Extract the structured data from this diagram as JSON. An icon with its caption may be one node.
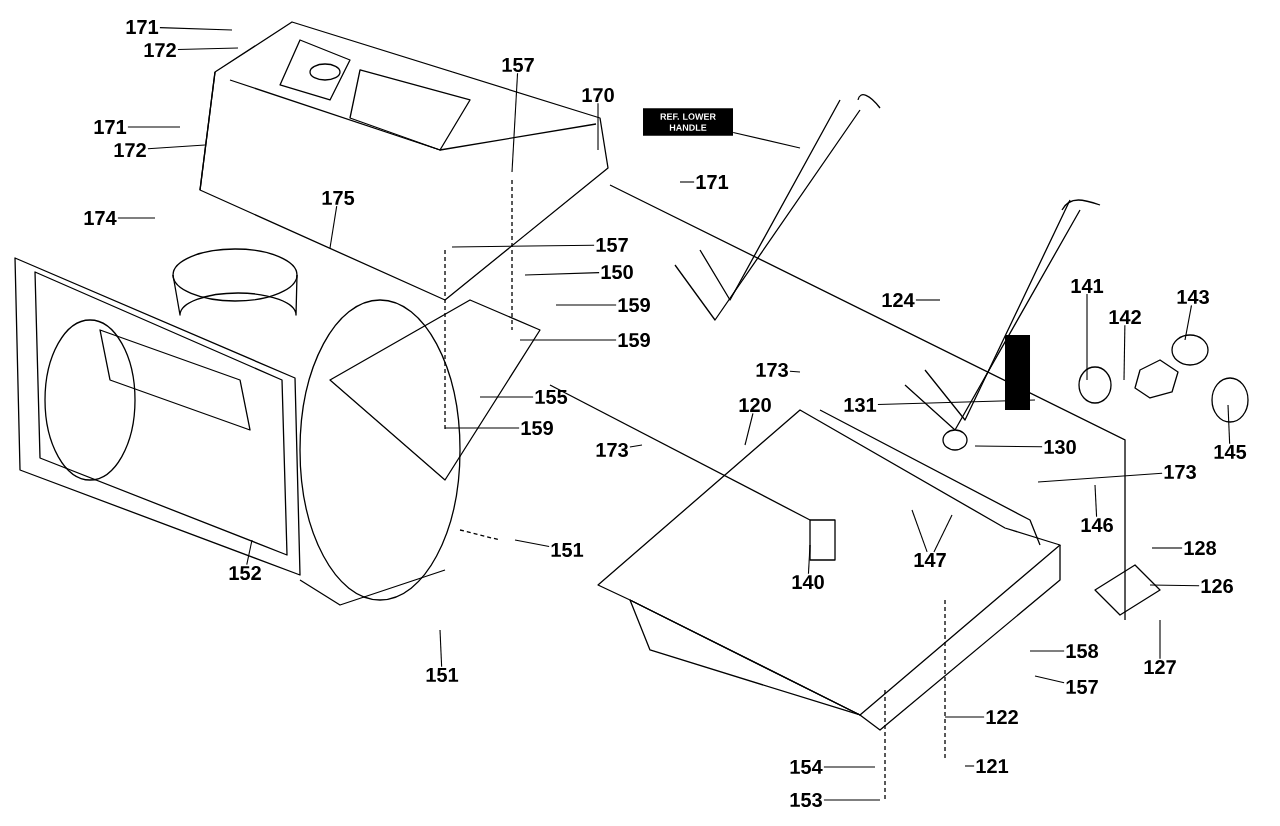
{
  "diagram": {
    "nodes": [
      {
        "text": [
          "171"
        ]
      },
      {
        "text": [
          "172"
        ]
      },
      {
        "text": [
          "171"
        ]
      },
      {
        "text": [
          "172"
        ]
      },
      {
        "text": [
          "170"
        ]
      },
      {
        "text": [
          "157"
        ]
      },
      {
        "text": [
          "171"
        ]
      },
      {
        "text": [
          "175"
        ]
      },
      {
        "text": [
          "174"
        ]
      },
      {
        "text": [
          "157"
        ]
      },
      {
        "text": [
          "150"
        ]
      },
      {
        "text": [
          "159"
        ]
      },
      {
        "text": [
          "159"
        ]
      },
      {
        "text": [
          "REF. LOWER HANDLE"
        ]
      },
      {
        "text": [
          "124"
        ]
      },
      {
        "text": [
          "141"
        ]
      },
      {
        "text": [
          "142"
        ]
      },
      {
        "text": [
          "143"
        ]
      },
      {
        "text": [
          "145"
        ]
      },
      {
        "text": [
          "173"
        ]
      },
      {
        "text": [
          "120"
        ]
      },
      {
        "text": [
          "131"
        ]
      },
      {
        "text": [
          "155"
        ]
      },
      {
        "text": [
          "159"
        ]
      },
      {
        "text": [
          "173"
        ]
      },
      {
        "text": [
          "130"
        ]
      },
      {
        "text": [
          "173"
        ]
      },
      {
        "text": [
          "146"
        ]
      },
      {
        "text": [
          "147"
        ]
      },
      {
        "text": [
          "140"
        ]
      },
      {
        "text": [
          "151"
        ]
      },
      {
        "text": [
          "152"
        ]
      },
      {
        "text": [
          "151"
        ]
      },
      {
        "text": [
          "128"
        ]
      },
      {
        "text": [
          "126"
        ]
      },
      {
        "text": [
          "127"
        ]
      },
      {
        "text": [
          "158"
        ]
      },
      {
        "text": [
          "157"
        ]
      },
      {
        "text": [
          "122"
        ]
      },
      {
        "text": [
          "121"
        ]
      },
      {
        "text": [
          "154"
        ]
      },
      {
        "text": [
          "153"
        ]
      }
    ],
    "edges": [
      {
        "from": 0,
        "to": null,
        "arrow": "none"
      },
      {
        "from": 1,
        "to": null,
        "arrow": "none"
      },
      {
        "from": 2,
        "to": null,
        "arrow": "none"
      },
      {
        "from": 3,
        "to": null,
        "arrow": "none"
      },
      {
        "from": 4,
        "to": null,
        "arrow": "none"
      },
      {
        "from": 5,
        "to": null,
        "arrow": "none"
      },
      {
        "from": 6,
        "to": null,
        "arrow": "none"
      },
      {
        "from": 7,
        "to": null,
        "arrow": "none"
      },
      {
        "from": 8,
        "to": null,
        "arrow": "none"
      },
      {
        "from": 9,
        "to": null,
        "arrow": "none"
      },
      {
        "from": 10,
        "to": null,
        "arrow": "none"
      },
      {
        "from": 11,
        "to": null,
        "arrow": "none"
      },
      {
        "from": 12,
        "to": null,
        "arrow": "none"
      },
      {
        "from": 13,
        "to": null,
        "arrow": "none"
      },
      {
        "from": 14,
        "to": null,
        "arrow": "none"
      },
      {
        "from": 15,
        "to": null,
        "arrow": "none"
      },
      {
        "from": 16,
        "to": null,
        "arrow": "none"
      },
      {
        "from": 17,
        "to": null,
        "arrow": "none"
      },
      {
        "from": 18,
        "to": null,
        "arrow": "none"
      },
      {
        "from": 19,
        "to": null,
        "arrow": "none"
      },
      {
        "from": 20,
        "to": null,
        "arrow": "none"
      },
      {
        "from": 21,
        "to": null,
        "arrow": "none"
      },
      {
        "from": 22,
        "to": null,
        "arrow": "none"
      },
      {
        "from": 23,
        "to": null,
        "arrow": "none"
      },
      {
        "from": 24,
        "to": null,
        "arrow": "none"
      },
      {
        "from": 25,
        "to": null,
        "arrow": "none"
      },
      {
        "from": 26,
        "to": null,
        "arrow": "none"
      },
      {
        "from": 27,
        "to": null,
        "arrow": "none"
      },
      {
        "from": 28,
        "to": null,
        "arrow": "none"
      },
      {
        "from": 28,
        "to": null,
        "arrow": "none"
      },
      {
        "from": 29,
        "to": null,
        "arrow": "none"
      },
      {
        "from": 30,
        "to": null,
        "arrow": "none"
      },
      {
        "from": 31,
        "to": null,
        "arrow": "none"
      },
      {
        "from": 32,
        "to": null,
        "arrow": "none"
      },
      {
        "from": 33,
        "to": null,
        "arrow": "none"
      },
      {
        "from": 34,
        "to": null,
        "arrow": "none"
      },
      {
        "from": 35,
        "to": null,
        "arrow": "none"
      },
      {
        "from": 36,
        "to": null,
        "arrow": "none"
      },
      {
        "from": 37,
        "to": null,
        "arrow": "none"
      },
      {
        "from": 38,
        "to": null,
        "arrow": "none"
      },
      {
        "from": 39,
        "to": null,
        "arrow": "none"
      },
      {
        "from": 40,
        "to": null,
        "arrow": "none"
      },
      {
        "from": 41,
        "to": null,
        "arrow": "none"
      }
    ]
  }
}
